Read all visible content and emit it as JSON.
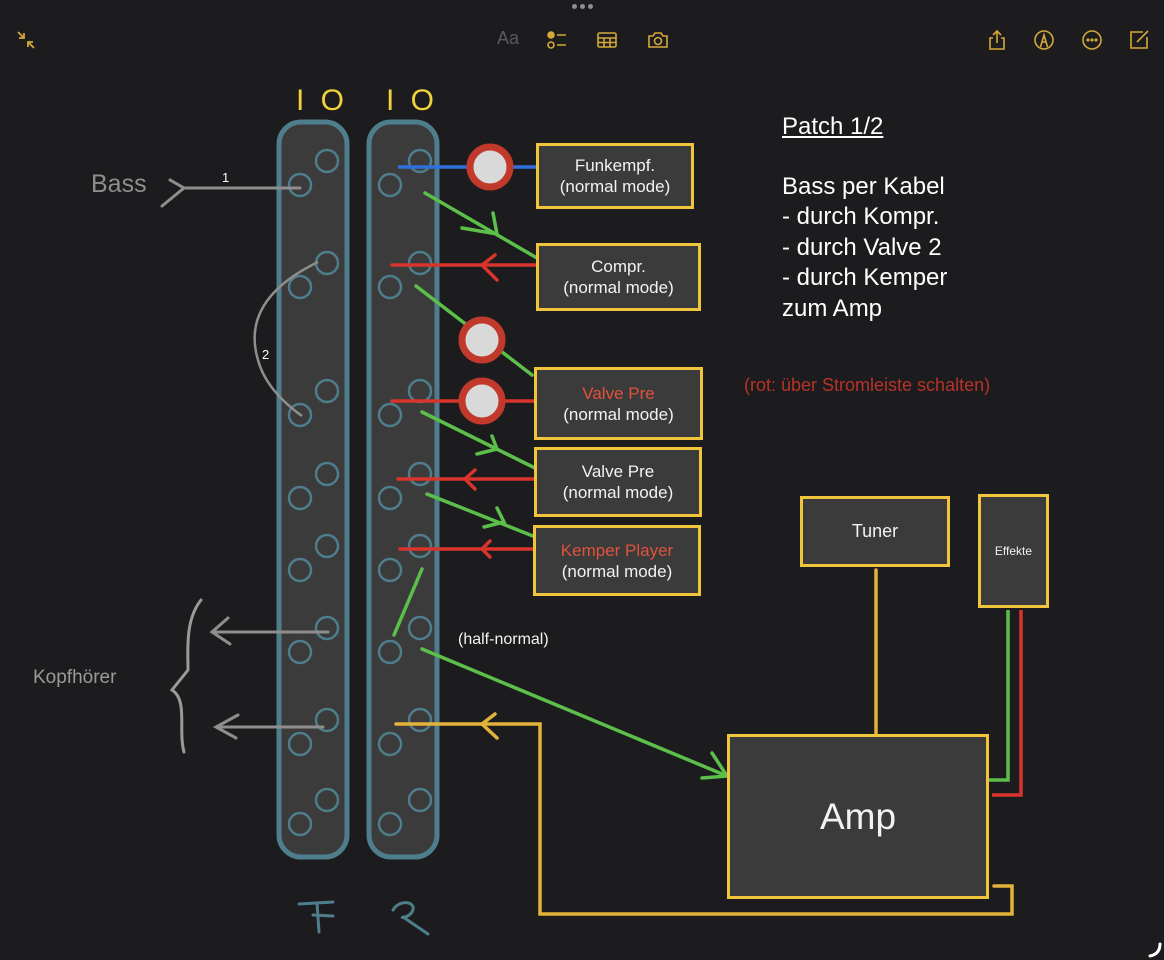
{
  "toolbar": {
    "collapse_icon": "collapse-arrows-icon",
    "more_handle": "grabber-dots",
    "format_label": "Aa",
    "checklist_icon": "checklist-icon",
    "table_icon": "table-icon",
    "camera_icon": "camera-icon",
    "share_icon": "share-icon",
    "markup_icon": "markup-pen-icon",
    "more_icon": "ellipsis-circle-icon",
    "compose_icon": "compose-icon",
    "accent_color": "#f0c53c"
  },
  "drawing": {
    "column_headers": [
      "I O",
      "I O"
    ],
    "column_footers": [
      "F",
      "R"
    ],
    "bass_label": "Bass",
    "cable_1_label": "1",
    "cable_2_label": "2",
    "headphones_label": "Kopfhörer",
    "half_normal_label": "(half-normal)",
    "devices": [
      {
        "name": "Funkempf.",
        "mode": "(normal mode)",
        "name_color": "#f2f2f2"
      },
      {
        "name": "Compr.",
        "mode": "(normal mode)",
        "name_color": "#f2f2f2"
      },
      {
        "name": "Valve Pre",
        "mode": "(normal mode)",
        "name_color": "#e0523c"
      },
      {
        "name": "Valve Pre",
        "mode": "(normal mode)",
        "name_color": "#f2f2f2"
      },
      {
        "name": "Kemper Player",
        "mode": "(normal mode)",
        "name_color": "#e0523c"
      }
    ],
    "tuner_label": "Tuner",
    "effects_label": "Effekte",
    "amp_label": "Amp",
    "colors": {
      "patchbay_border": "#4e7d8c",
      "box_border": "#f0c53c",
      "send_line": "#5cbf4a",
      "return_line": "#d8332c",
      "wireless_line": "#2f6fdc",
      "power_switch": "#c0392b",
      "cable_gray": "#8e8e8e"
    }
  },
  "notes": {
    "title": "Patch 1/2",
    "lines": [
      "Bass per Kabel",
      "- durch Kompr.",
      "- durch Valve 2",
      "- durch Kemper",
      "zum Amp"
    ],
    "red_hint": "(rot: über Stromleiste schalten)"
  }
}
